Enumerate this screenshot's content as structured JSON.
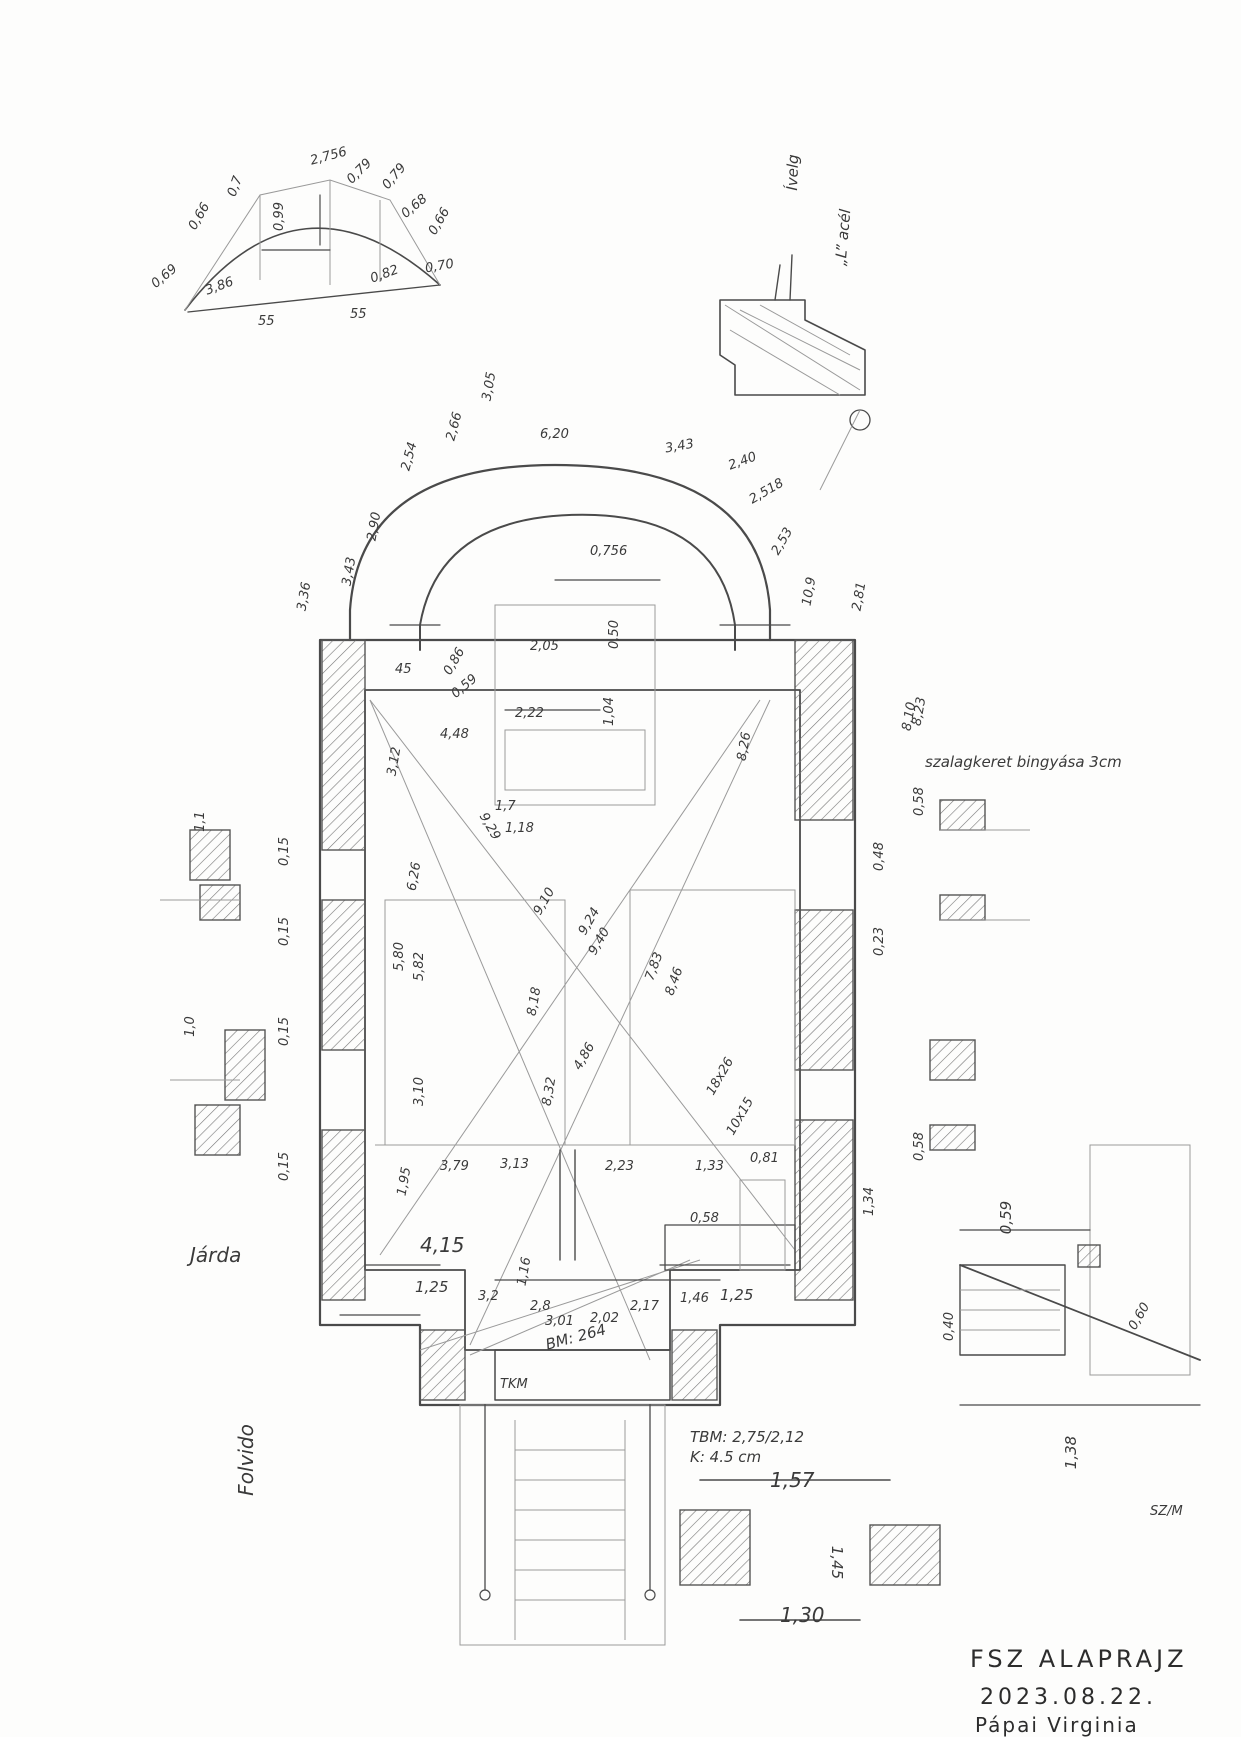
{
  "title_block": {
    "title": "FSZ ALAPRAJZ",
    "date": "2023.08.22.",
    "author": "Pápai Virginia"
  },
  "sheet_code": "SZ/M",
  "detail_labels": {
    "wood": "Ívelg",
    "steel": "„L” acél"
  },
  "annotations": {
    "frame_note": "szalagkeret bingyása 3cm",
    "sidewalk": "Járda",
    "road": "Folvido",
    "tbm": "TBM: 2,75/2,12",
    "tbm_k": "K: 4.5 cm",
    "bm": "BM: 264",
    "tkm": "TKM"
  },
  "arch_detail_dims": [
    "0,69",
    "0,66",
    "0,7",
    "2,756",
    "0,79",
    "0,79",
    "0,68",
    "0,66",
    "0,70",
    "0,99",
    "3,86",
    "0,82",
    "55",
    "55"
  ],
  "apse_dims": [
    "6,20",
    "3,43",
    "2,40",
    "2,518",
    "2,53",
    "10,9",
    "3,05",
    "2,66",
    "2,54",
    "2,90",
    "3,43",
    "3,36",
    "2,81",
    "0,756"
  ],
  "interior_dims": [
    "45",
    "0,86",
    "0,59",
    "2,05",
    "0,50",
    "2,22",
    "1,04",
    "4,48",
    "3,12",
    "9,29",
    "1,7",
    "1,18",
    "6,26",
    "5,80",
    "5,82",
    "8,26",
    "9,10",
    "9,24",
    "9,40",
    "7,83",
    "8,46",
    "8,18",
    "8,32",
    "3,10",
    "4,86",
    "18x26",
    "10x15"
  ],
  "lower_dims": [
    "1,95",
    "3,79",
    "3,13",
    "2,23",
    "1,33",
    "0,81",
    "0,58",
    "4,15",
    "1,16",
    "2,8",
    "3,01",
    "2,02",
    "2,17",
    "1,46",
    "1,25",
    "1,25",
    "3,2"
  ],
  "side_dims": [
    "0,15",
    "0,15",
    "0,15",
    "0,15",
    "1,1",
    "1,0",
    "0,58",
    "0,23",
    "0,48",
    "0,58",
    "1,34",
    "8,10",
    "8,23",
    "0,59",
    "1,38",
    "0,40",
    "0,60",
    "1,57",
    "1,30",
    "1,45"
  ],
  "colors": {
    "pencil": "#4a4a4a",
    "paper": "#fdfdfc"
  }
}
